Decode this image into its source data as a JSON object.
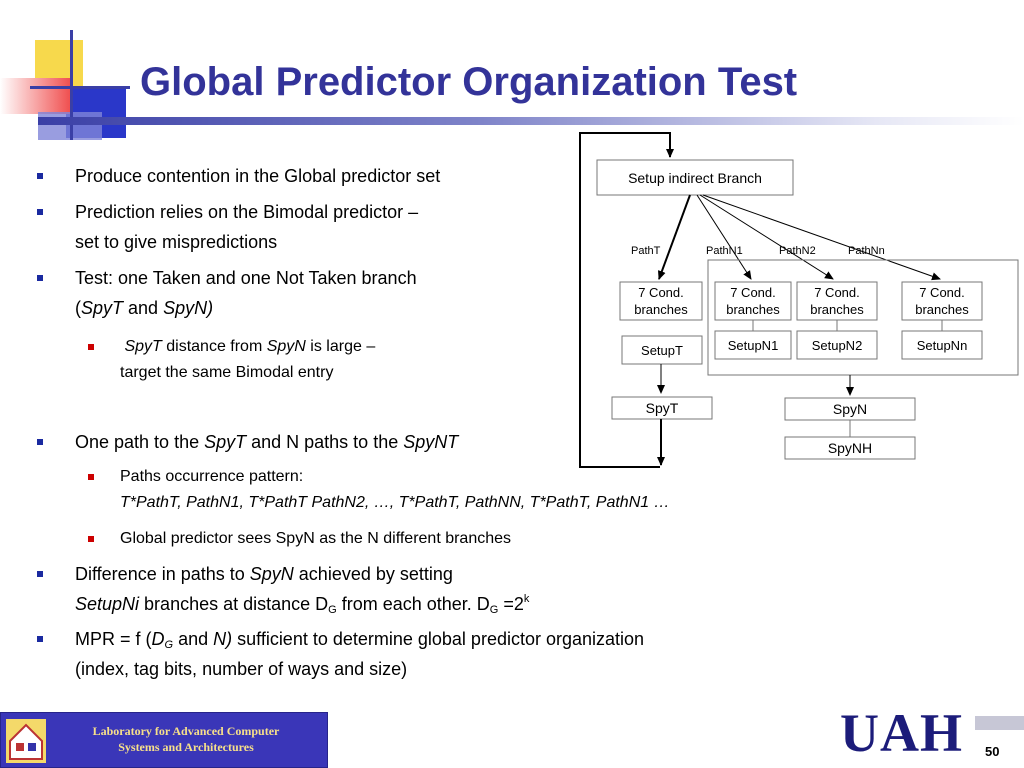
{
  "title": "Global Predictor Organization Test",
  "bullets": {
    "b1": "Produce contention in the Global predictor set",
    "b2_line1": "Prediction relies on the Bimodal predictor –",
    "b2_line2": "set to give mispredictions",
    "b3_line1": "Test: one Taken and one Not Taken branch",
    "b3_open": "(",
    "b3_spyt": "SpyT",
    "b3_and": " and ",
    "b3_spyn": "SpyN)",
    "b3_sub_spyt": "SpyT",
    "b3_sub_mid": " distance from ",
    "b3_sub_spyn": "SpyN",
    "b3_sub_end": "  is large –",
    "b3_sub_line2": "target the same Bimodal entry",
    "b4_a": "One path to the ",
    "b4_spyt": "SpyT",
    "b4_b": " and N paths to the ",
    "b4_spynt": "SpyNT",
    "b4_sub1": "Paths occurrence pattern:",
    "b4_sub1_line2": "T*PathT, PathN1, T*PathT PathN2, …, T*PathT, PathNN,  T*PathT,  PathN1 …",
    "b4_sub2": "Global predictor sees SpyN as the N different branches",
    "b5_a": "Difference in paths to ",
    "b5_spyn": "SpyN",
    "b5_b": " achieved by setting",
    "b5_setup": "SetupNi",
    "b5_c": " branches at distance D",
    "b5_sub_g": "G",
    "b5_d": " from each other. D",
    "b5_sub_g2": "G",
    "b5_e": " =2",
    "b5_sup_k": "k",
    "b6_a": "MPR = f (",
    "b6_dg": "D",
    "b6_dg_sub": "G",
    "b6_and": " and ",
    "b6_n": "N)",
    "b6_b": " sufficient to determine global predictor organization",
    "b6_line2": " (index, tag bits, number of ways and size)"
  },
  "diagram": {
    "setup_indirect": "Setup indirect Branch",
    "path_labels": [
      "PathT",
      "PathN1",
      "PathN2",
      "PathNn"
    ],
    "cond_line1": "7 Cond.",
    "cond_line2": "branches",
    "setup_labels": [
      "SetupT",
      "SetupN1",
      "SetupN2",
      "SetupNn"
    ],
    "spyt": "SpyT",
    "spyn": "SpyN",
    "spynh": "SpyNH"
  },
  "footer": {
    "lab_line1": "Laboratory for Advanced Computer",
    "lab_line2": "Systems and Architectures",
    "logo_text": "UAH",
    "page_number": "50"
  },
  "colors": {
    "title": "#333399",
    "bullet_l1": "#1a2aa0",
    "bullet_l2": "#cc0000"
  }
}
